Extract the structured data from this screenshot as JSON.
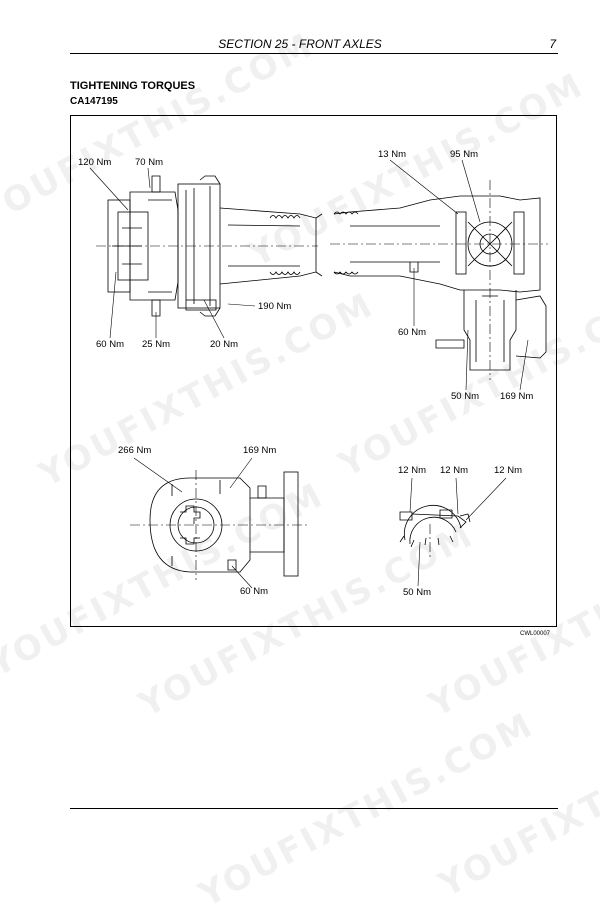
{
  "header": {
    "section": "SECTION 25 - FRONT AXLES",
    "page": "7"
  },
  "title": "TIGHTENING TORQUES",
  "code": "CA147195",
  "figure_code": "CWL00007",
  "labels": {
    "a": "120 Nm",
    "b": "70 Nm",
    "c": "13 Nm",
    "d": "95 Nm",
    "e": "190 Nm",
    "f": "60 Nm",
    "g": "25 Nm",
    "h": "20 Nm",
    "i": "60 Nm",
    "j": "50 Nm",
    "k": "169 Nm",
    "l": "266 Nm",
    "m": "169 Nm",
    "n": "60 Nm",
    "o": "12 Nm",
    "p": "12 Nm",
    "q": "12 Nm",
    "r": "50 Nm"
  },
  "watermark": "YOUFIXTHIS.COM"
}
